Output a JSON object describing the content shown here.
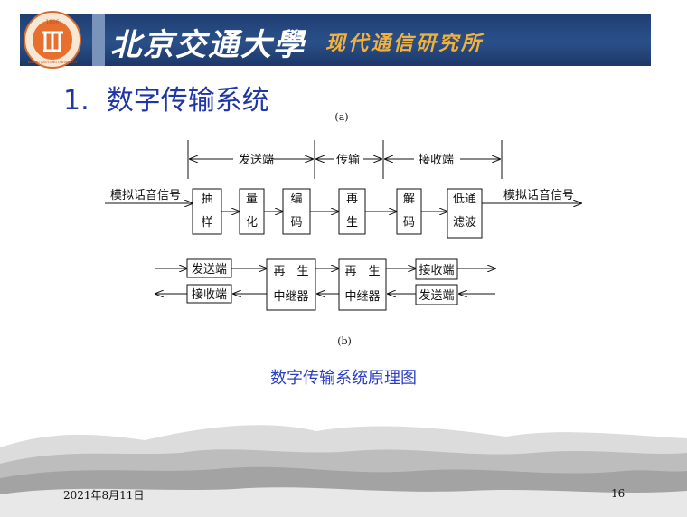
{
  "header": {
    "university_name": "北京交通大學",
    "institute_name": "现代通信研究所",
    "logo_text": [
      "1896",
      "BEIJING JIAOTONG UNIVERSITY"
    ]
  },
  "title": {
    "number": "1.",
    "text": "数字传输系统"
  },
  "diagram_a": {
    "label": "(a)",
    "sections": [
      "发送端",
      "传输",
      "接收端"
    ],
    "input_label": "模拟话音信号",
    "output_label": "模拟话音信号",
    "blocks": [
      {
        "line1": "抽",
        "line2": "样"
      },
      {
        "line1": "量",
        "line2": "化"
      },
      {
        "line1": "编",
        "line2": "码"
      },
      {
        "line1": "再",
        "line2": "生"
      },
      {
        "line1": "解",
        "line2": "码"
      },
      {
        "line1": "低通",
        "line2": "滤波"
      }
    ]
  },
  "diagram_b": {
    "label": "(b)",
    "left_top": "发送端",
    "left_bottom": "接收端",
    "repeaters": [
      {
        "top": "再　生",
        "bottom": "中继器"
      },
      {
        "top": "再　生",
        "bottom": "中继器"
      }
    ],
    "right_top": "接收端",
    "right_bottom": "发送端"
  },
  "caption": "数字传输系统原理图",
  "footer": {
    "date": "2021年8月11日",
    "page": "16"
  }
}
